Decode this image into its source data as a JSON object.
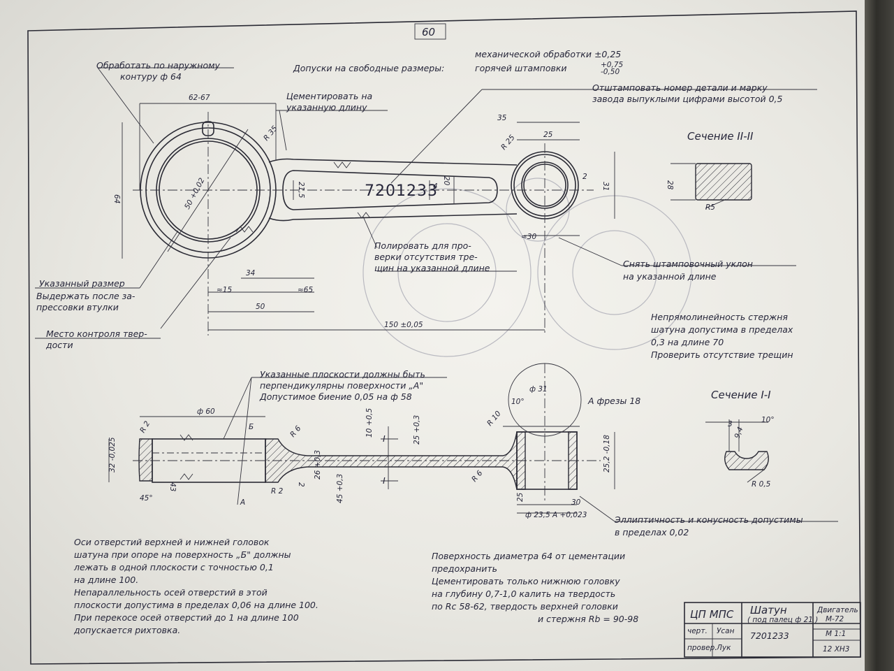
{
  "sheet": {
    "page_number": "60"
  },
  "notes": {
    "outer_contour": [
      "Обработать по наружному",
      "контуру ф 64"
    ],
    "tolerances_label": "Допуски на свободные размеры:",
    "tolerance_machining": "механической обработки ±0,25",
    "tolerance_forging": "горячей штамповки",
    "tolerance_forging_upper": "+0,75",
    "tolerance_forging_lower": "-0,50",
    "carburize": [
      "Цементировать на",
      "указанную длину"
    ],
    "stamp_number": [
      "Отштамповать номер детали и марку",
      "завода выпуклыми цифрами высотой 0,5"
    ],
    "polish": [
      "Полировать для про-",
      "верки отсутствия тре-",
      "щин на указанной длине"
    ],
    "remove_draft": [
      "Снять штамповочный уклон",
      "на указанной длине"
    ],
    "specified_size": "Указанный размер",
    "maintain_after": [
      "Выдержать после за-",
      "прессовки втулки"
    ],
    "hardness_place": [
      "Место контроля твер-",
      "дости"
    ],
    "straightness": [
      "Непрямолинейность стержня",
      "шатуна допустима в пределах",
      "0,3 на длине 70",
      "Проверить отсутствие трещин"
    ],
    "perpendicular": [
      "Указанные плоскости должны быть",
      "перпендикулярны поверхности „А\"",
      "Допустимое биение 0,05 на ф 58"
    ],
    "cutter": "А фрезы 18",
    "ellipticity": [
      "Эллиптичность и конусность допустимы",
      "в пределах 0,02"
    ],
    "axes": [
      "Оси отверстий верхней и нижней головок",
      "шатуна при опоре на поверхность „Б\" должны",
      "лежать в одной плоскости с точностью 0,1",
      "на длине 100.",
      "Непараллельность осей отверстий в этой",
      "плоскости допустима в пределах 0,06 на длине 100.",
      "При перекосе осей отверстий до 1 на длине 100",
      "допускается рихтовка."
    ],
    "surface": [
      "Поверхность диаметра 64 от цементации",
      "предохранить",
      "Цементировать только нижнюю головку",
      "на глубину 0,7-1,0 калить на твердость",
      "по Rc 58-62, твердость верхней головки",
      "и стержня Rb = 90-98"
    ]
  },
  "sections": {
    "section_2": "Сечение II-II",
    "section_1": "Сечение I-I"
  },
  "part_number_stamp": "7201233",
  "dims": {
    "d_62_67": "62-67",
    "d_64": "64",
    "d_50": "50 +0,02",
    "r_35": "R 35",
    "r_25": "R 25",
    "d_35": "35",
    "d_25": "25",
    "d_31": "31",
    "d_20": "20",
    "d_215": "21,5",
    "d_2": "2",
    "d_4": "4",
    "d_30": "≈30",
    "d_34": "34",
    "d_15": "≈15",
    "d_65": "≈65",
    "d_50b": "50",
    "d_150": "150 ±0,05",
    "sec2_28": "28",
    "sec2_r5": "R5",
    "side_60": "ф 60",
    "side_r2a": "R 2",
    "side_r2b": "R 2",
    "side_b": "Б",
    "side_a": "А",
    "side_45": "45°",
    "side_43": "43",
    "side_2": "2",
    "side_r6a": "R 6",
    "side_r6b": "R 6",
    "side_r10": "R 10",
    "side_10deg": "10°",
    "side_31": "ф 31",
    "side_26": "26 +0,3",
    "side_45b": "45 +0,3",
    "side_10": "10 +0,5",
    "side_25": "25 +0,3",
    "side_32": "32 -0,025",
    "side_252": "25,2 -0,18",
    "side_2355": "ф 23,5 A +0,023",
    "side_30": "30",
    "side_25b": "25",
    "side_i1": "I",
    "side_i2": "I",
    "sec1_3": "3",
    "sec1_10": "10°",
    "sec1_94": "9,4",
    "sec1_r05": "R 0,5"
  },
  "title_block": {
    "org": "ЦП МПС",
    "name": "Шатун",
    "name_sub": "( под палец ф 21 )",
    "engine": "Двигатель",
    "engine_model": "М-72",
    "scale": "М 1:1",
    "drawn": "черт.",
    "checked": "провер.",
    "drawing_number": "7201233",
    "material": "12 ХН3",
    "sign1": "Усан",
    "sign2": "Лук"
  },
  "colors": {
    "paper": "#efeee8",
    "ink": "#2a2a34"
  }
}
